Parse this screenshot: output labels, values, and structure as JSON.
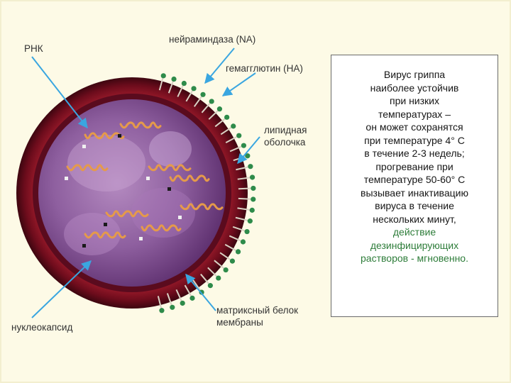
{
  "labels": {
    "rna": "РНК",
    "neuraminidase": "нейраминдаза (NA)",
    "hemagglutinin": "гемагглютин (НА)",
    "lipid_envelope_1": "липидная",
    "lipid_envelope_2": "оболочка",
    "matrix_protein_1": "матриксный белок",
    "matrix_protein_2": "мембраны",
    "nucleocapsid": "нуклеокапсид"
  },
  "info": {
    "line_1": "Вирус гриппа",
    "line_2": "наиболее устойчив",
    "line_3": "при низких",
    "line_4": "температурах –",
    "line_5": "он может сохранятся",
    "line_6": "при температуре 4° С",
    "line_7": "в течение 2-3 недель;",
    "line_8": "прогревание при",
    "line_9": "температуре 50-60° С",
    "line_10": "вызывает инактивацию",
    "line_11": "вируса в течение",
    "line_12": "нескольких минут,",
    "line_13": "действие",
    "line_14": "дезинфицирующих",
    "line_15": "растворов - мгновенно."
  },
  "colors": {
    "panel_background": "#fdfae6",
    "virus_outer_membrane": "#7a1020",
    "virus_interior": "#8a5a9c",
    "spikes": "#2e8b4a",
    "arrows": "#3aa6e0",
    "info_green_text": "#2e7d3a"
  }
}
